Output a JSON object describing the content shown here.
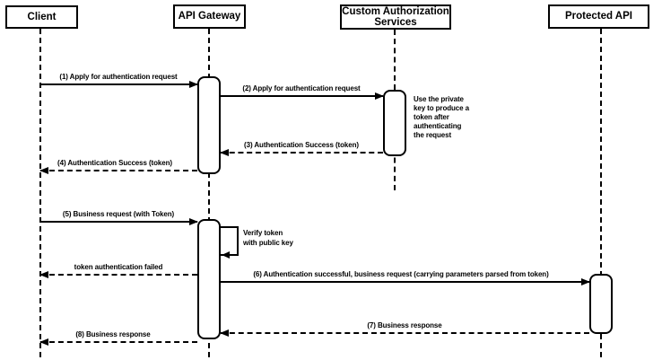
{
  "diagram": {
    "type": "sequence-diagram",
    "background_color": "#ffffff",
    "line_color": "#000000",
    "text_color": "#000000"
  },
  "actors": [
    {
      "name": "Client"
    },
    {
      "name": "API Gateway"
    },
    {
      "name": "Custom Authorization\nServices"
    },
    {
      "name": "Protected API"
    }
  ],
  "messages": [
    {
      "seq": "(1)",
      "label": "(1) Apply for authentication request",
      "from": "Client",
      "to": "API Gateway",
      "line": "solid",
      "direction": "right"
    },
    {
      "seq": "(2)",
      "label": "(2) Apply for authentication request",
      "from": "API Gateway",
      "to": "Custom Authorization Services",
      "line": "solid",
      "direction": "right"
    },
    {
      "seq": "(3)",
      "label": "(3) Authentication Success (token)",
      "from": "Custom Authorization Services",
      "to": "API Gateway",
      "line": "dashed",
      "direction": "left"
    },
    {
      "seq": "(4)",
      "label": "(4) Authentication Success (token)",
      "from": "API Gateway",
      "to": "Client",
      "line": "dashed",
      "direction": "left"
    },
    {
      "seq": "(5)",
      "label": "(5) Business request (with Token)",
      "from": "Client",
      "to": "API Gateway",
      "line": "solid",
      "direction": "right"
    },
    {
      "seq": "",
      "label": "Verify token\nwith public key",
      "from": "API Gateway",
      "to": "API Gateway",
      "line": "solid",
      "direction": "self"
    },
    {
      "seq": "",
      "label": "token authentication failed",
      "from": "API Gateway",
      "to": "Client",
      "line": "dashed",
      "direction": "left"
    },
    {
      "seq": "(6)",
      "label": "(6) Authentication successful, business request (carrying parameters parsed from token)",
      "from": "API Gateway",
      "to": "Protected API",
      "line": "solid",
      "direction": "right"
    },
    {
      "seq": "(7)",
      "label": "(7) Business response",
      "from": "Protected API",
      "to": "API Gateway",
      "line": "dashed",
      "direction": "left"
    },
    {
      "seq": "(8)",
      "label": "(8) Business response",
      "from": "API Gateway",
      "to": "Client",
      "line": "dashed",
      "direction": "left"
    }
  ],
  "notes": [
    {
      "text": "Use the private\nkey to produce a\ntoken after\nauthenticating\nthe request",
      "attached_to": "Custom Authorization Services activation"
    }
  ]
}
